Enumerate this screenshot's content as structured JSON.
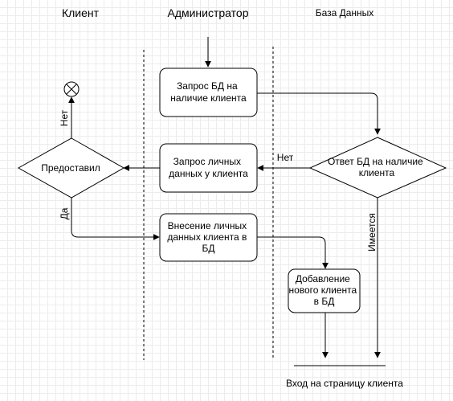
{
  "lanes": {
    "client": "Клиент",
    "admin": "Администратор",
    "db": "База Данных"
  },
  "nodes": {
    "db_request": [
      "Запрос БД на",
      "наличие клиента"
    ],
    "db_response": [
      "Ответ БД на наличие",
      "клиента"
    ],
    "personal_data_request": [
      "Запрос личных",
      "данных у клиента"
    ],
    "provided": [
      "Предоставил"
    ],
    "data_entry": [
      "Внесение личных",
      "данных клиента в",
      "БД"
    ],
    "add_client": [
      "Добавление",
      "нового клиента",
      "в БД"
    ],
    "client_page": "Вход на страницу клиента"
  },
  "edge_labels": {
    "no_db": "Нет",
    "exists": "Имеется",
    "no_client": "Нет",
    "yes_client": "Да"
  },
  "colors": {
    "stroke": "#000000",
    "fill": "#ffffff",
    "grid": "#ececec"
  }
}
